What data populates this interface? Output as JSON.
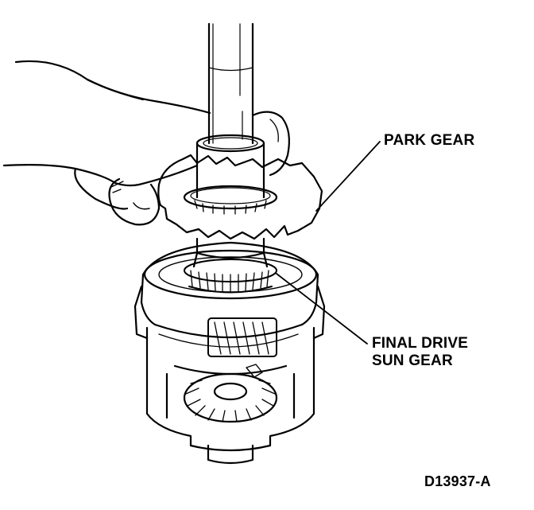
{
  "labels": {
    "park_gear": "PARK GEAR",
    "final_drive_line1": "FINAL DRIVE",
    "final_drive_line2": "SUN GEAR",
    "figure_code": "D13937-A"
  }
}
